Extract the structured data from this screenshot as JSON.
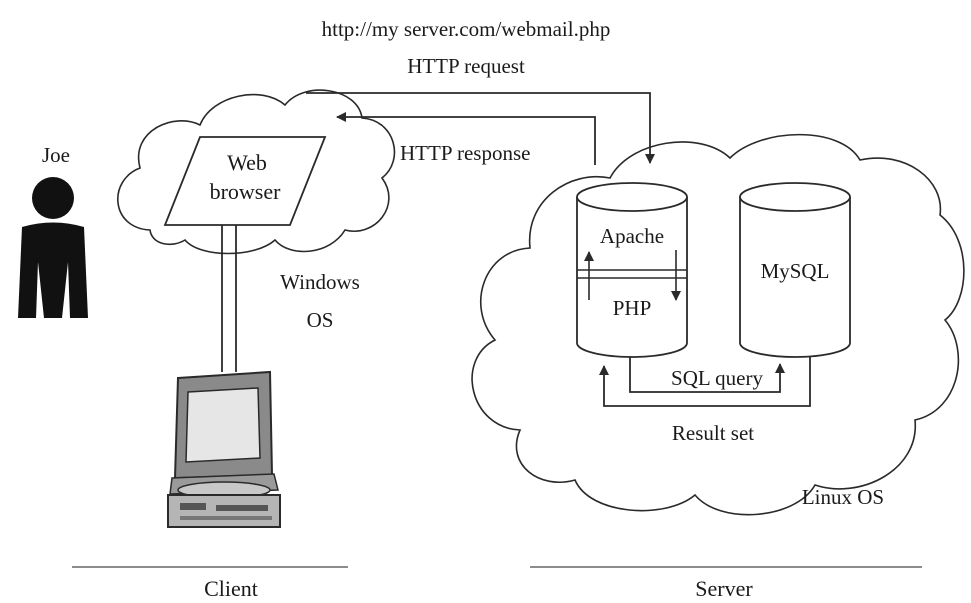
{
  "request_url": "http://my server.com/webmail.php",
  "http_request_label": "HTTP request",
  "http_response_label": "HTTP response",
  "user": {
    "name": "Joe"
  },
  "client": {
    "browser_label_line1": "Web",
    "browser_label_line2": "browser",
    "os_label_line1": "Windows",
    "os_label_line2": "OS",
    "section_label": "Client"
  },
  "server": {
    "web_server_label": "Apache",
    "php_label": "PHP",
    "database_label": "MySQL",
    "query_label": "SQL query",
    "result_label": "Result set",
    "os_label": "Linux OS",
    "section_label": "Server"
  },
  "colors": {
    "ink": "#2a2a2a",
    "person": "#111111",
    "background": "#ffffff"
  }
}
